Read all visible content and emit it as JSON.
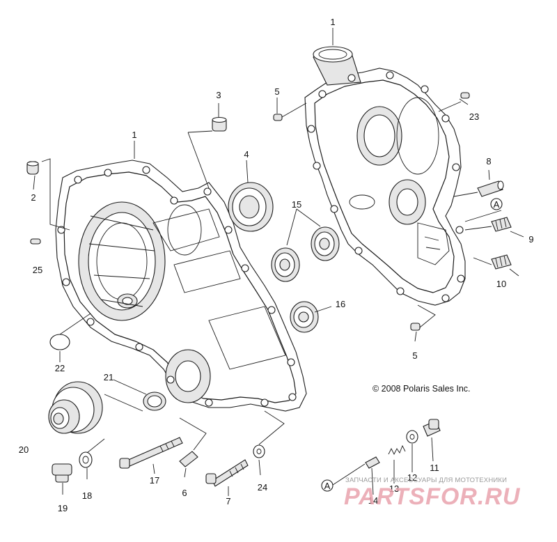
{
  "callouts": [
    "1",
    "1",
    "2",
    "3",
    "4",
    "5",
    "5",
    "6",
    "7",
    "8",
    "9",
    "10",
    "11",
    "12",
    "13",
    "14",
    "15",
    "16",
    "17",
    "18",
    "19",
    "20",
    "21",
    "22",
    "23",
    "24",
    "25"
  ],
  "marker_label": "A",
  "copyright": "© 2008  Polaris Sales Inc.",
  "watermark": {
    "tagline": "ЗАПЧАСТИ И АКСЕССУАРЫ ДЛЯ МОТОТЕХНИКИ",
    "logo": "PARTSFOR.RU"
  }
}
